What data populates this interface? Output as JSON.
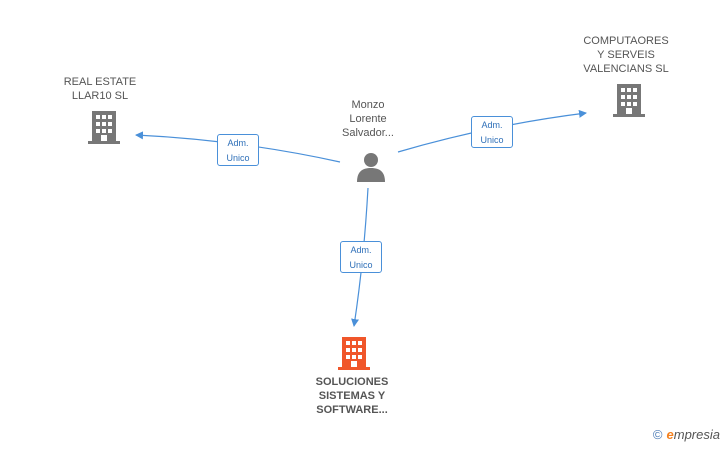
{
  "colors": {
    "edge": "#4a90d9",
    "company": "#777777",
    "company_main": "#f0562a",
    "person": "#777777"
  },
  "person": {
    "label_lines": [
      "Monzo",
      "Lorente",
      "Salvador..."
    ],
    "icon": "person-icon"
  },
  "companies": [
    {
      "id": "real-estate",
      "label_lines": [
        "REAL ESTATE",
        "LLAR10 SL"
      ],
      "icon": "building-icon"
    },
    {
      "id": "computaores",
      "label_lines": [
        "COMPUTAORES",
        "Y SERVEIS",
        "VALENCIANS SL"
      ],
      "icon": "building-icon"
    },
    {
      "id": "soluciones",
      "label_lines": [
        "SOLUCIONES",
        "SISTEMAS Y",
        "SOFTWARE..."
      ],
      "icon": "building-icon"
    }
  ],
  "relations": [
    {
      "to": "real-estate",
      "line1": "Adm.",
      "line2": "Unico"
    },
    {
      "to": "computaores",
      "line1": "Adm.",
      "line2": "Unico"
    },
    {
      "to": "soluciones",
      "line1": "Adm.",
      "line2": "Unico"
    }
  ],
  "brand": {
    "copyright": "©",
    "name_rest": "mpresia",
    "name_first": "e"
  }
}
